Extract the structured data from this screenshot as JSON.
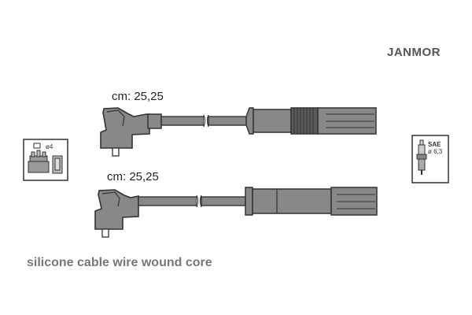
{
  "brand": "JANMOR",
  "cables": [
    {
      "length_label": "cm: 25,25"
    },
    {
      "length_label": "cm: 25,25"
    }
  ],
  "caption": "silicone cable wire wound core",
  "distributor_icon": {
    "name": "distributor-cap-icon",
    "label": "ø4"
  },
  "spark_plug_icon": {
    "name": "spark-plug-icon",
    "standard": "SAE",
    "diameter": "ø 6,3"
  },
  "colors": {
    "line": "#333333",
    "fill": "#888888",
    "dark": "#5a5a5a"
  }
}
